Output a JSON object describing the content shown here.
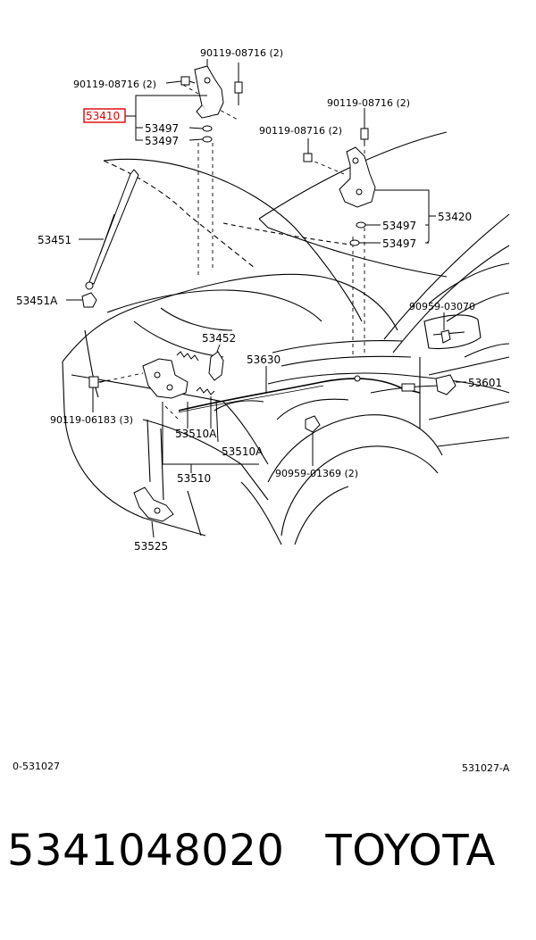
{
  "diagram": {
    "parts": {
      "bolt_top": "90119-08716 (2)",
      "bolt_left": "90119-08716 (2)",
      "hinge_lh": "53410",
      "washer_1": "53497",
      "washer_2": "53497",
      "bolt_right_top": "90119-08716 (2)",
      "bolt_right_mid": "90119-08716 (2)",
      "hinge_rh": "53420",
      "washer_3": "53497",
      "washer_4": "53497",
      "support_rod": "53451",
      "rod_holder": "53451A",
      "cushion_clip": "90959-03070",
      "support_holder": "53452",
      "release_cable": "53630",
      "release_lever": "53601",
      "bolt_lock": "90119-06183 (3)",
      "lock_spring_a": "53510A",
      "lock_spring_b": "53510A",
      "hood_lock": "53510",
      "clamp_clip": "90959-01369 (2)",
      "lock_bracket": "53525"
    },
    "footer_left": "0-531027",
    "footer_right": "531027-A"
  },
  "caption": {
    "part_number": "5341048020",
    "brand": "TOYOTA"
  },
  "colors": {
    "line": "#000000",
    "highlight": "#e00000"
  }
}
